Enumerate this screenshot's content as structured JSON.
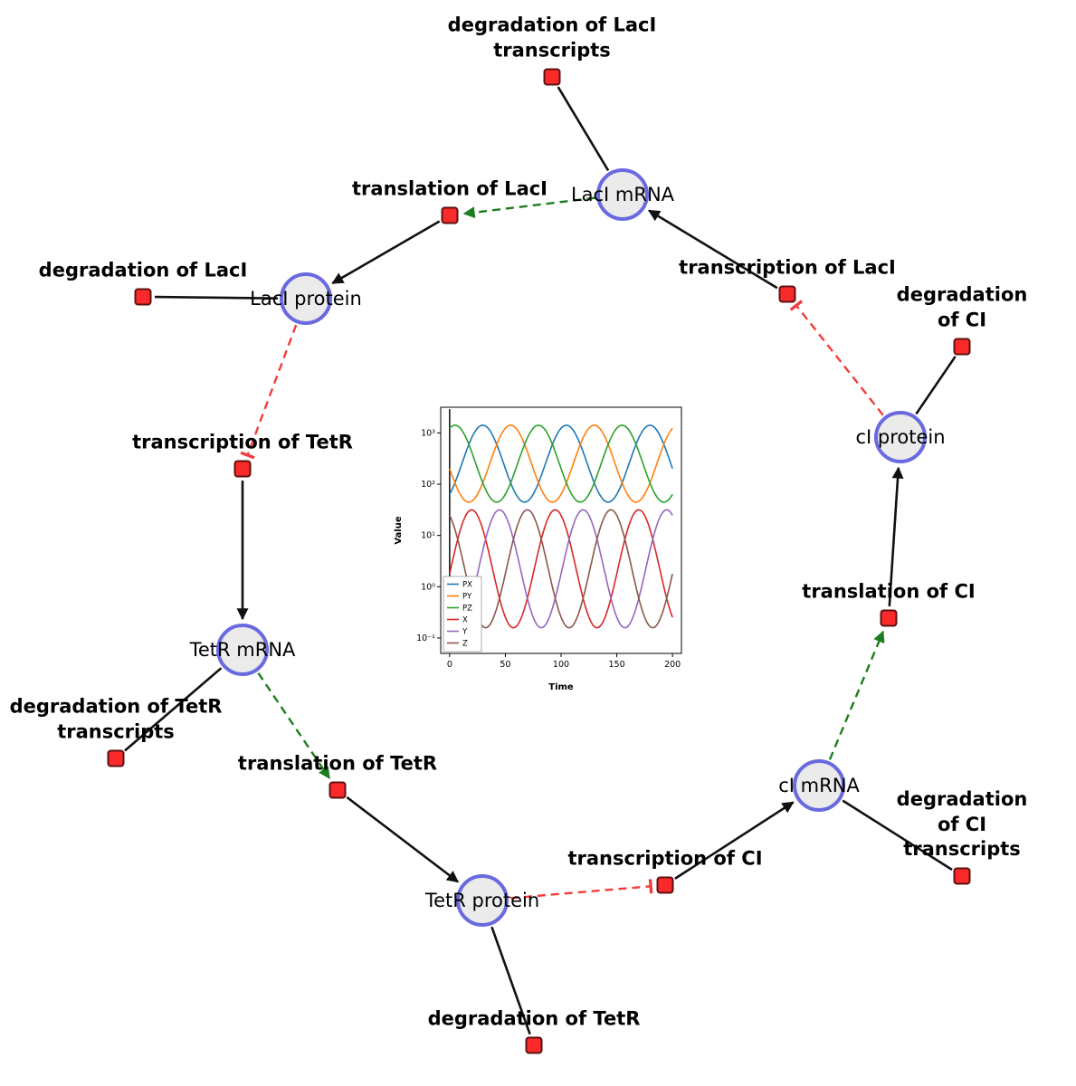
{
  "diagram": {
    "species": [
      {
        "id": "laci_mrna",
        "label": "LacI mRNA"
      },
      {
        "id": "laci_protein",
        "label": "LacI protein"
      },
      {
        "id": "tetr_mrna",
        "label": "TetR mRNA"
      },
      {
        "id": "tetr_protein",
        "label": "TetR protein"
      },
      {
        "id": "ci_mrna",
        "label": "cI mRNA"
      },
      {
        "id": "ci_protein",
        "label": "cI protein"
      }
    ],
    "reactions": [
      {
        "id": "deg_laci_mrna",
        "label": "degradation of LacI\ntranscripts"
      },
      {
        "id": "tl_laci",
        "label": "translation of LacI"
      },
      {
        "id": "tx_laci",
        "label": "transcription of LacI"
      },
      {
        "id": "deg_laci",
        "label": "degradation of LacI"
      },
      {
        "id": "tx_tetr",
        "label": "transcription of TetR"
      },
      {
        "id": "deg_ci",
        "label": "degradation of CI"
      },
      {
        "id": "deg_tetr_mrna",
        "label": "degradation of TetR\ntranscripts"
      },
      {
        "id": "tl_tetr",
        "label": "translation of TetR"
      },
      {
        "id": "tx_ci",
        "label": "transcription of CI"
      },
      {
        "id": "tl_ci",
        "label": "translation of CI"
      },
      {
        "id": "deg_ci_mrna",
        "label": "degradation of CI\ntranscripts"
      },
      {
        "id": "deg_tetr",
        "label": "degradation of TetR"
      }
    ],
    "edges": [
      {
        "from": "laci_mrna",
        "to": "deg_laci_mrna",
        "type": "substrate"
      },
      {
        "from": "tx_laci",
        "to": "laci_mrna",
        "type": "product"
      },
      {
        "from": "laci_mrna",
        "to": "tl_laci",
        "type": "modifier"
      },
      {
        "from": "tl_laci",
        "to": "laci_protein",
        "type": "product"
      },
      {
        "from": "laci_protein",
        "to": "deg_laci",
        "type": "substrate"
      },
      {
        "from": "laci_protein",
        "to": "tx_tetr",
        "type": "inhibitor"
      },
      {
        "from": "tx_tetr",
        "to": "tetr_mrna",
        "type": "product"
      },
      {
        "from": "tetr_mrna",
        "to": "deg_tetr_mrna",
        "type": "substrate"
      },
      {
        "from": "tetr_mrna",
        "to": "tl_tetr",
        "type": "modifier"
      },
      {
        "from": "tl_tetr",
        "to": "tetr_protein",
        "type": "product"
      },
      {
        "from": "tetr_protein",
        "to": "deg_tetr",
        "type": "substrate"
      },
      {
        "from": "tetr_protein",
        "to": "tx_ci",
        "type": "inhibitor"
      },
      {
        "from": "tx_ci",
        "to": "ci_mrna",
        "type": "product"
      },
      {
        "from": "ci_mrna",
        "to": "deg_ci_mrna",
        "type": "substrate"
      },
      {
        "from": "ci_mrna",
        "to": "tl_ci",
        "type": "modifier"
      },
      {
        "from": "tl_ci",
        "to": "ci_protein",
        "type": "product"
      },
      {
        "from": "ci_protein",
        "to": "deg_ci",
        "type": "substrate"
      },
      {
        "from": "ci_protein",
        "to": "tx_laci",
        "type": "inhibitor"
      }
    ],
    "colors": {
      "species_fill": "#ebebeb",
      "species_border": "#6a6ae0",
      "reaction_fill": "#fb2a2a",
      "reaction_border": "#5f1010",
      "edge": "#111111",
      "modifier": "#1e7d1e",
      "inhibitor": "#f53b3b"
    }
  },
  "chart_data": {
    "type": "line",
    "title": "",
    "xlabel": "Time",
    "ylabel": "Value",
    "x_range": [
      0,
      200
    ],
    "xticks": [
      0,
      50,
      100,
      150,
      200
    ],
    "y_scale": "log",
    "yticks_log10": [
      -1,
      0,
      1,
      2,
      3
    ],
    "ylim_log10": [
      -1.3,
      3.5
    ],
    "ylim": [
      0.05,
      3162
    ],
    "grid": false,
    "legend_position": "lower-left",
    "waveform": "log-sinusoid oscillations (repressilator time course)",
    "transient_vline_at_x": 0,
    "series": [
      {
        "name": "PX",
        "color": "#1f77b4",
        "log10_mid": 2.4,
        "log10_amp": 0.75,
        "period": 75,
        "phase": 11
      },
      {
        "name": "PY",
        "color": "#ff7f0e",
        "log10_mid": 2.4,
        "log10_amp": 0.75,
        "period": 75,
        "phase": 36
      },
      {
        "name": "PZ",
        "color": "#2ca02c",
        "log10_mid": 2.4,
        "log10_amp": 0.75,
        "period": 75,
        "phase": 61
      },
      {
        "name": "X",
        "color": "#d62728",
        "log10_mid": 0.35,
        "log10_amp": 1.15,
        "period": 75,
        "phase": 1
      },
      {
        "name": "Y",
        "color": "#9467bd",
        "log10_mid": 0.35,
        "log10_amp": 1.15,
        "period": 75,
        "phase": 26
      },
      {
        "name": "Z",
        "color": "#8c564b",
        "log10_mid": 0.35,
        "log10_amp": 1.15,
        "period": 75,
        "phase": 51
      }
    ]
  }
}
